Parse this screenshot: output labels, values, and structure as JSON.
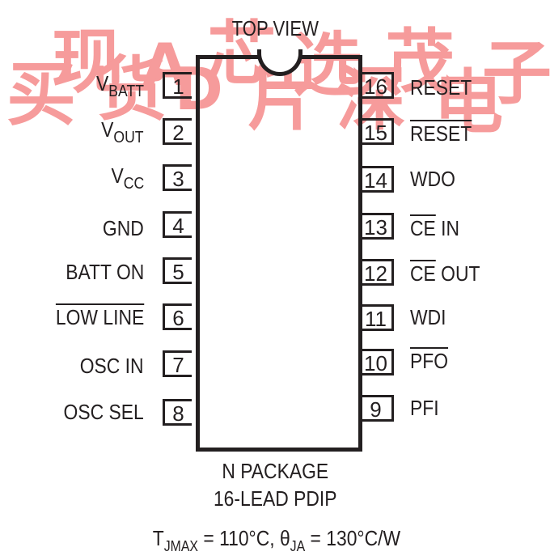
{
  "title": "TOP VIEW",
  "watermark": [
    "买",
    "现",
    "货",
    "A",
    "D",
    "芯",
    "片",
    "选",
    "深",
    "茂",
    "电",
    "子"
  ],
  "left_pins": [
    {
      "num": "1",
      "main": "V",
      "sub": "BATT",
      "overline": false
    },
    {
      "num": "2",
      "main": "V",
      "sub": "OUT",
      "overline": false
    },
    {
      "num": "3",
      "main": "V",
      "sub": "CC",
      "overline": false
    },
    {
      "num": "4",
      "main": "GND",
      "sub": "",
      "overline": false
    },
    {
      "num": "5",
      "main": "BATT ON",
      "sub": "",
      "overline": false
    },
    {
      "num": "6",
      "main": "LOW LINE",
      "sub": "",
      "overline": true
    },
    {
      "num": "7",
      "main": "OSC IN",
      "sub": "",
      "overline": false
    },
    {
      "num": "8",
      "main": "OSC SEL",
      "sub": "",
      "overline": false
    }
  ],
  "right_pins": [
    {
      "num": "16",
      "pre": "",
      "main": "RESET",
      "post": "",
      "overline": false
    },
    {
      "num": "15",
      "pre": "",
      "main": "RESET",
      "post": "",
      "overline": true
    },
    {
      "num": "14",
      "pre": "",
      "main": "WDO",
      "post": "",
      "overline": false
    },
    {
      "num": "13",
      "pre": "",
      "main": "CE",
      "post": " IN",
      "overline": true
    },
    {
      "num": "12",
      "pre": "",
      "main": "CE",
      "post": " OUT",
      "overline": true
    },
    {
      "num": "11",
      "pre": "",
      "main": "WDI",
      "post": "",
      "overline": false
    },
    {
      "num": "10",
      "pre": "",
      "main": "PFO",
      "post": "",
      "overline": true
    },
    {
      "num": "9",
      "pre": "",
      "main": "PFI",
      "post": "",
      "overline": false
    }
  ],
  "package": {
    "line1": "N PACKAGE",
    "line2": "16-LEAD PDIP"
  },
  "thermal": {
    "t": "T",
    "t_sub": "JMAX",
    "t_val": " = 110°C, ",
    "theta": "θ",
    "theta_sub": "JA",
    "theta_val": " = 130°C/W"
  }
}
